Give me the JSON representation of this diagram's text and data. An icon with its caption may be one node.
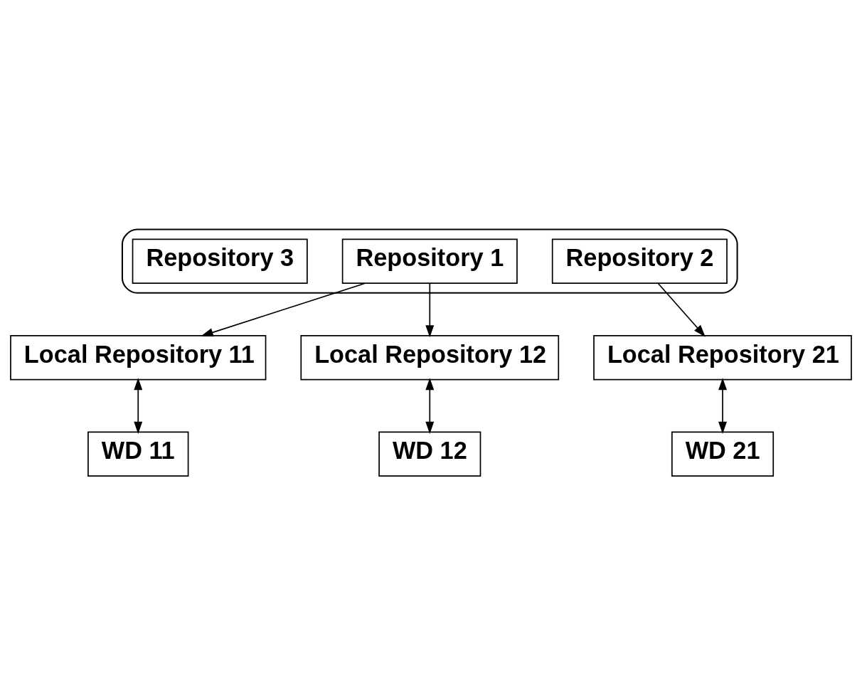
{
  "diagram": {
    "nodes": [
      {
        "text": [],
        "shape": "ellipse"
      },
      {
        "text": [
          "Repository 1"
        ],
        "in": 0
      },
      {
        "text": [
          "Repository 2"
        ],
        "in": 0
      },
      {
        "text": [
          "Repository 3"
        ],
        "in": 0
      },
      {
        "text": [
          "Local Repository 11"
        ]
      },
      {
        "text": [
          "Local Repository 21"
        ]
      },
      {
        "text": [
          "WD 11"
        ]
      },
      {
        "text": [
          "Local Repository 12"
        ]
      },
      {
        "text": [
          "WD 21"
        ]
      },
      {
        "text": [
          "WD 12"
        ]
      }
    ],
    "edges": [
      {
        "from": 1,
        "to": 4,
        "arrow": "to"
      },
      {
        "from": 1,
        "to": 7,
        "arrow": "to"
      },
      {
        "from": 2,
        "to": 5,
        "arrow": "to"
      },
      {
        "from": 4,
        "to": 6,
        "arrow": "both"
      },
      {
        "from": 7,
        "to": 9,
        "arrow": "both"
      },
      {
        "from": 5,
        "to": 8,
        "arrow": "both"
      }
    ]
  }
}
